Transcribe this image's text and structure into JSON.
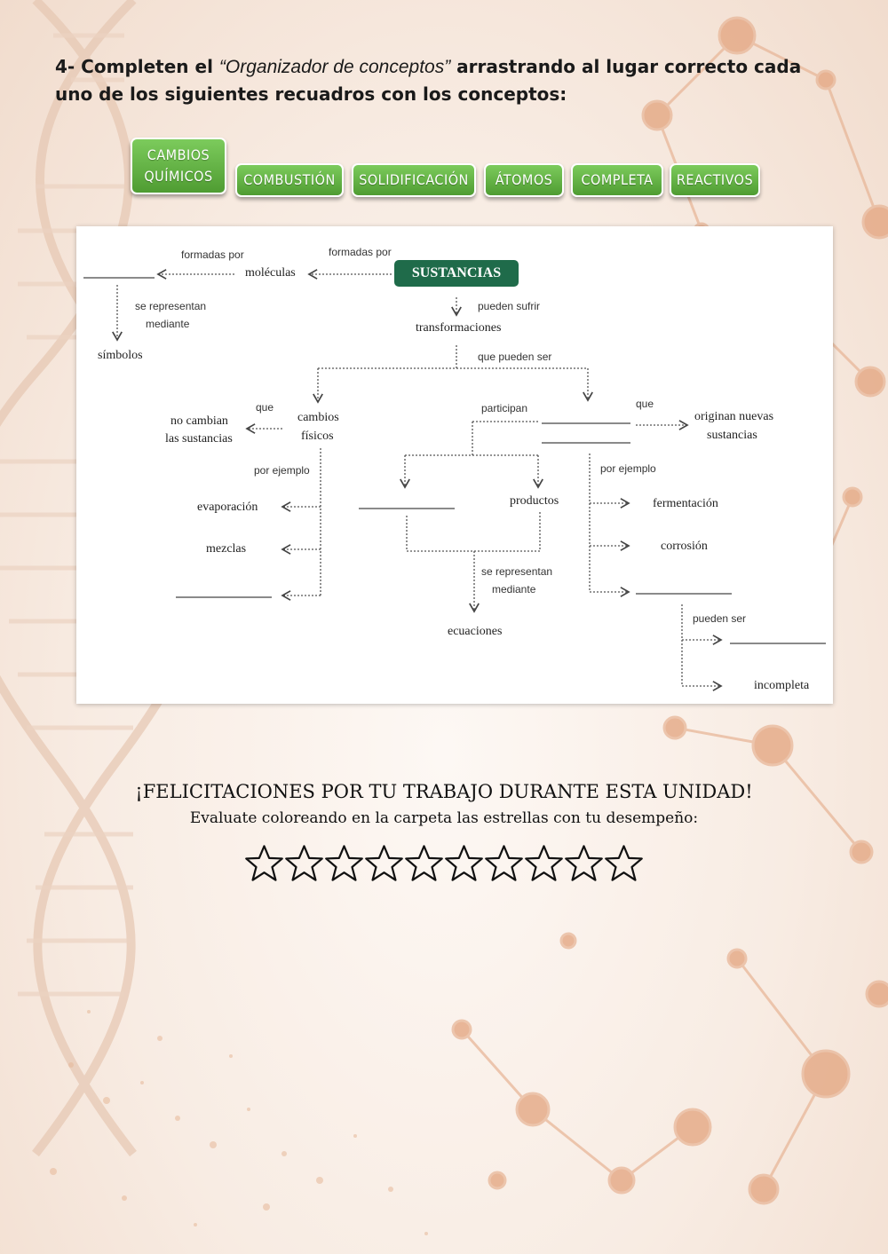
{
  "instructions": {
    "lead": "4- Completen el ",
    "italic": "“Organizador de conceptos”",
    "rest": " arrastrando al lugar correcto cada uno de los siguientes recuadros con los conceptos:"
  },
  "chips": [
    {
      "line1": "CAMBIOS",
      "line2": "QUÍMICOS"
    },
    {
      "line1": "COMBUSTIÓN"
    },
    {
      "line1": "SOLIDIFICACIÓN"
    },
    {
      "line1": "ÁTOMOS"
    },
    {
      "line1": "COMPLETA"
    },
    {
      "line1": "REACTIVOS"
    }
  ],
  "map": {
    "sustancias": "SUSTANCIAS",
    "formadas_por_1": "formadas por",
    "formadas_por_2": "formadas por",
    "moleculas": "moléculas",
    "se_representan_1": "se representan",
    "mediante_1": "mediante",
    "simbolos": "símbolos",
    "pueden_sufrir": "pueden sufrir",
    "transformaciones": "transformaciones",
    "que_pueden_ser": "que pueden ser",
    "que_1": "que",
    "no_cambian": "no cambian",
    "las_sustancias": "las sustancias",
    "cambios": "cambios",
    "fisicos": "físicos",
    "por_ejemplo_1": "por ejemplo",
    "evaporacion": "evaporación",
    "mezclas": "mezclas",
    "participan": "participan",
    "que_2": "que",
    "originan_nuevas": "originan nuevas",
    "sustancias_2": "sustancias",
    "productos": "productos",
    "se_representan_2": "se representan",
    "mediante_2": "mediante",
    "ecuaciones": "ecuaciones",
    "por_ejemplo_2": "por ejemplo",
    "fermentacion": "fermentación",
    "corrosion": "corrosión",
    "pueden_ser": "pueden ser",
    "incompleta": "incompleta"
  },
  "footer": {
    "congrats": "¡FELICITACIONES POR TU TRABAJO DURANTE ESTA UNIDAD!",
    "evaluate": "Evaluate coloreando en la carpeta las estrellas con tu desempeño:",
    "star_count": 10,
    "stars_filled": 0
  },
  "colors": {
    "chip_green": "#5fae40",
    "sustancias_bg": "#1f6b4a",
    "molecule_accent": "#e3a37d"
  },
  "icons": [
    "dna-helix-icon",
    "molecule-icon",
    "star-icon"
  ]
}
